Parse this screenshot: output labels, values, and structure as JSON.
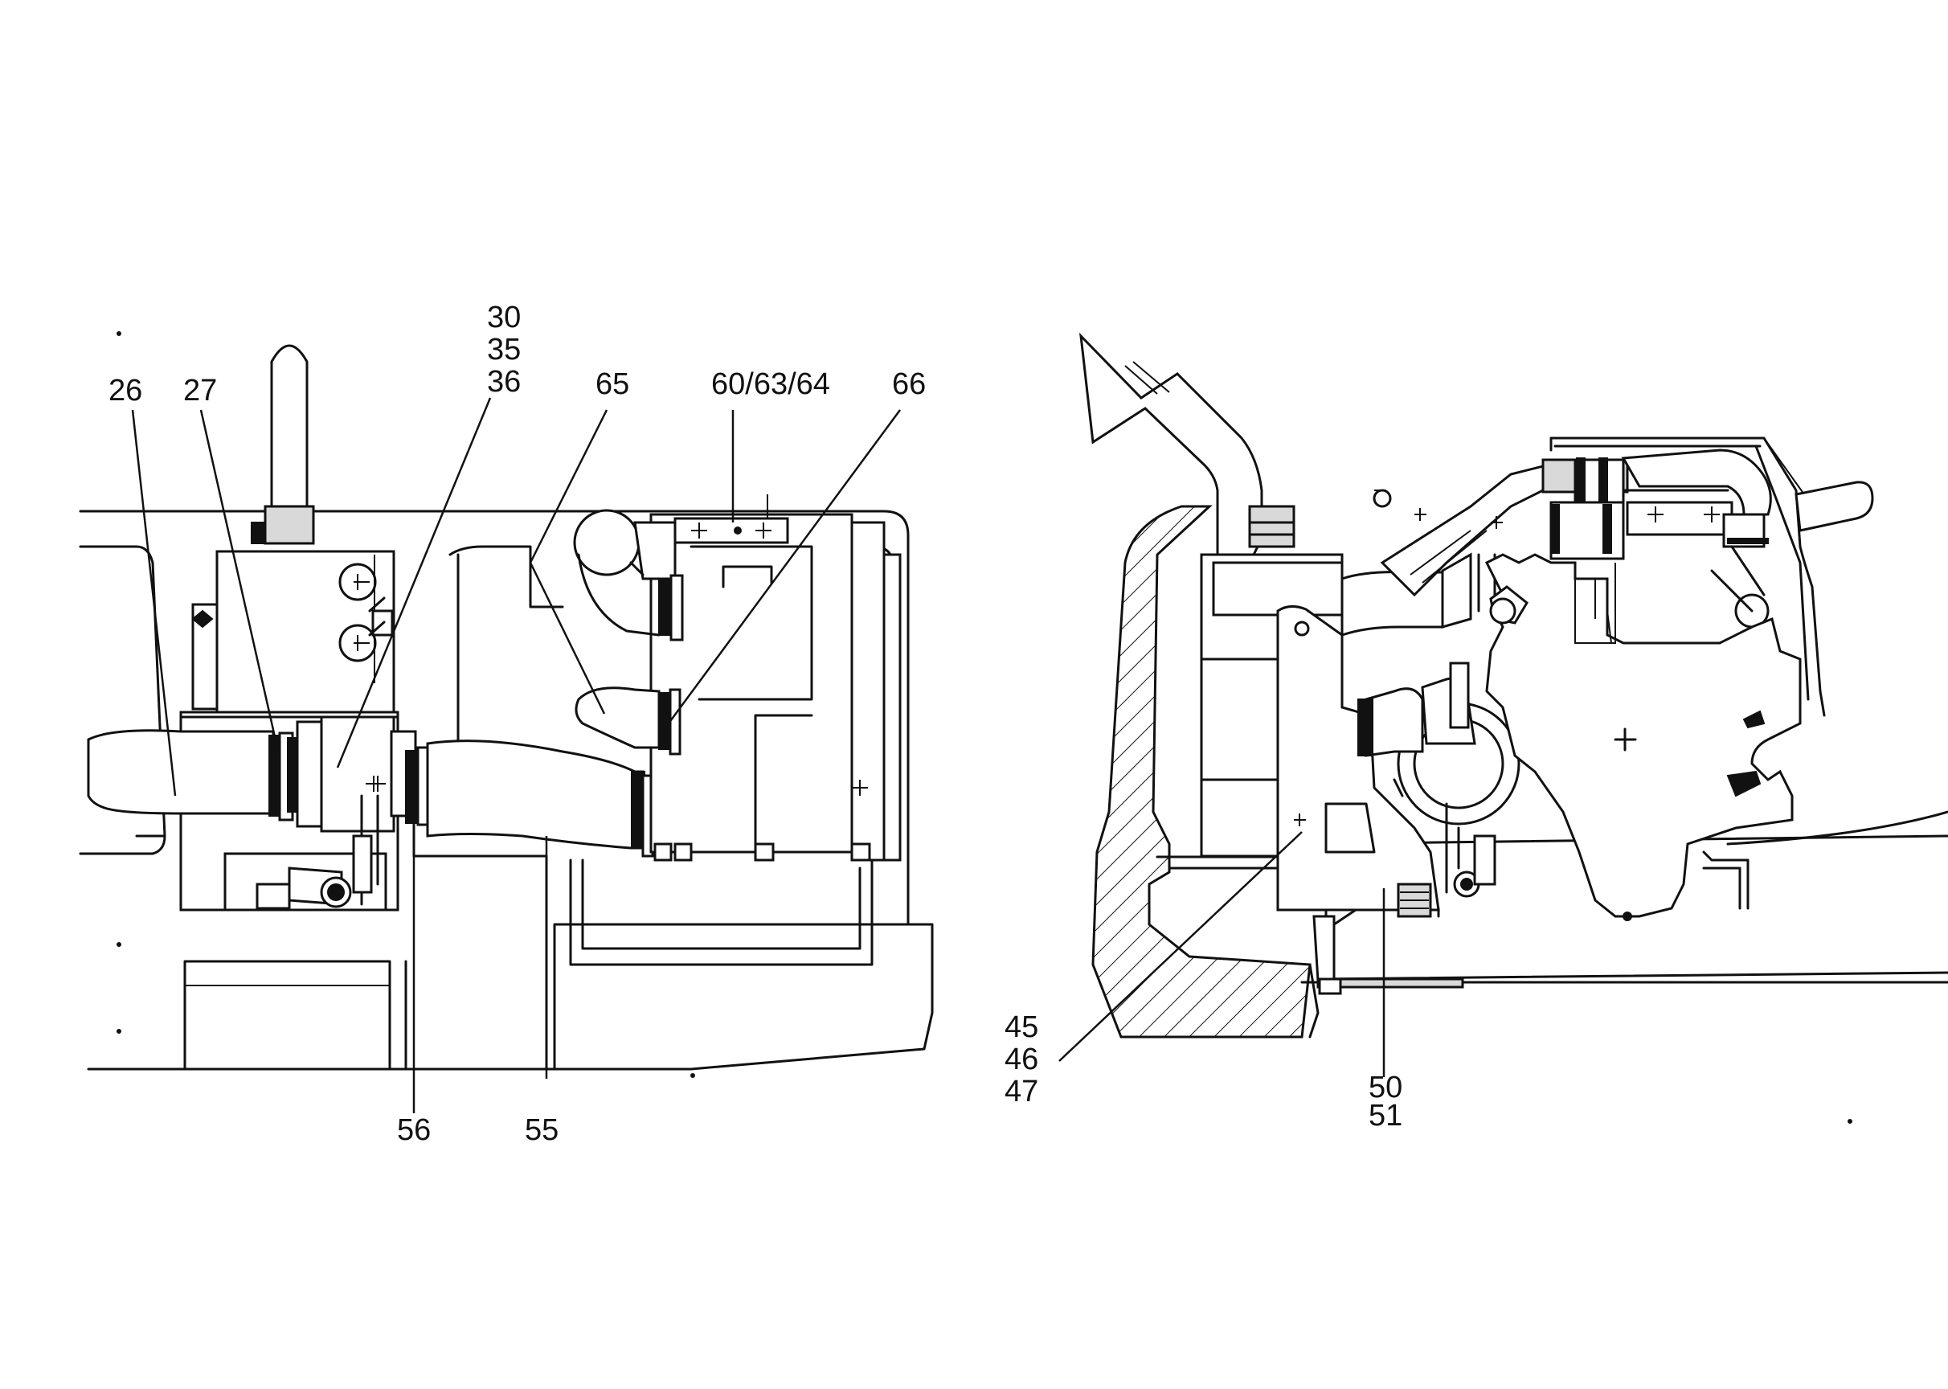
{
  "callouts": {
    "c26": "26",
    "c27": "27",
    "c30_35_36": [
      "30",
      "35",
      "36"
    ],
    "c65": "65",
    "c60_63_64": "60/63/64",
    "c66": "66",
    "c56": "56",
    "c55": "55",
    "c45_46_47": [
      "45",
      "46",
      "47"
    ],
    "c50_51": [
      "50",
      "51"
    ]
  }
}
